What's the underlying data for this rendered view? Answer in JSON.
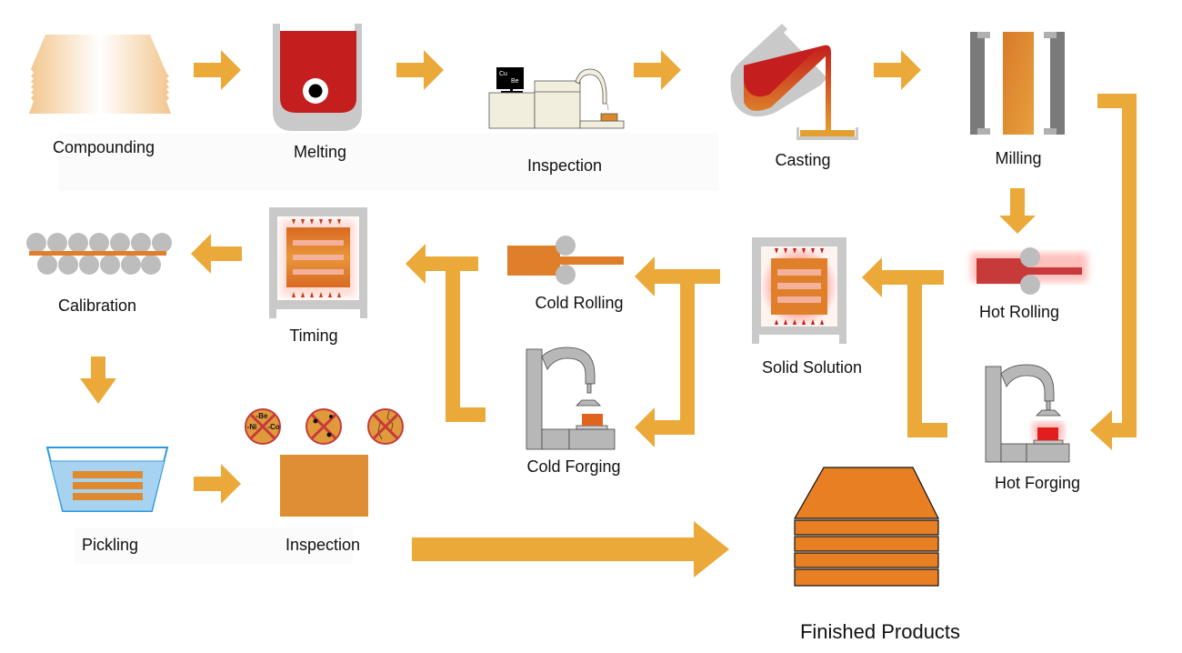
{
  "diagram": {
    "type": "process-flow",
    "colors": {
      "arrow": "#EBA93A",
      "copper": "#E07F2A",
      "molten": "#C41E1E",
      "steel": "#BDBDBD",
      "steel_dark": "#7A7A7A",
      "water": "#A7D3F0",
      "water_edge": "#2C9AE0"
    },
    "steps": [
      {
        "id": "compounding",
        "label": "Compounding",
        "icon": "layered-stack-icon"
      },
      {
        "id": "melting",
        "label": "Melting",
        "icon": "crucible-icon"
      },
      {
        "id": "inspection-1",
        "label": "Inspection",
        "icon": "spectrometer-icon",
        "screen_text": [
          "Cu",
          "Be"
        ]
      },
      {
        "id": "casting",
        "label": "Casting",
        "icon": "pouring-ladle-icon"
      },
      {
        "id": "milling",
        "label": "Milling",
        "icon": "milling-icon"
      },
      {
        "id": "hot-rolling",
        "label": "Hot Rolling",
        "icon": "hot-rollers-icon"
      },
      {
        "id": "hot-forging",
        "label": "Hot Forging",
        "icon": "hot-press-icon"
      },
      {
        "id": "solid-solution",
        "label": "Solid Solution",
        "icon": "furnace-icon"
      },
      {
        "id": "cold-rolling",
        "label": "Cold Rolling",
        "icon": "cold-rollers-icon"
      },
      {
        "id": "cold-forging",
        "label": "Cold Forging",
        "icon": "cold-press-icon"
      },
      {
        "id": "timing",
        "label": "Timing",
        "icon": "aging-furnace-icon"
      },
      {
        "id": "calibration",
        "label": "Calibration",
        "icon": "leveling-rollers-icon"
      },
      {
        "id": "pickling",
        "label": "Pickling",
        "icon": "acid-bath-icon"
      },
      {
        "id": "inspection-2",
        "label": "Inspection",
        "icon": "plate-inspection-icon",
        "defect_badges": [
          [
            "-Be",
            "-Ni",
            "-Co"
          ],
          [],
          []
        ]
      },
      {
        "id": "finished-products",
        "label": "Finished Products",
        "icon": "plate-stack-icon"
      }
    ],
    "flow": [
      [
        "compounding",
        "melting"
      ],
      [
        "melting",
        "inspection-1"
      ],
      [
        "inspection-1",
        "casting"
      ],
      [
        "casting",
        "milling"
      ],
      [
        "milling",
        "hot-rolling"
      ],
      [
        "milling",
        "hot-forging"
      ],
      [
        "hot-rolling",
        "solid-solution"
      ],
      [
        "hot-forging",
        "solid-solution"
      ],
      [
        "solid-solution",
        "cold-rolling"
      ],
      [
        "solid-solution",
        "cold-forging"
      ],
      [
        "cold-rolling",
        "timing"
      ],
      [
        "cold-forging",
        "timing"
      ],
      [
        "timing",
        "calibration"
      ],
      [
        "calibration",
        "pickling"
      ],
      [
        "pickling",
        "inspection-2"
      ],
      [
        "inspection-2",
        "finished-products"
      ]
    ]
  }
}
